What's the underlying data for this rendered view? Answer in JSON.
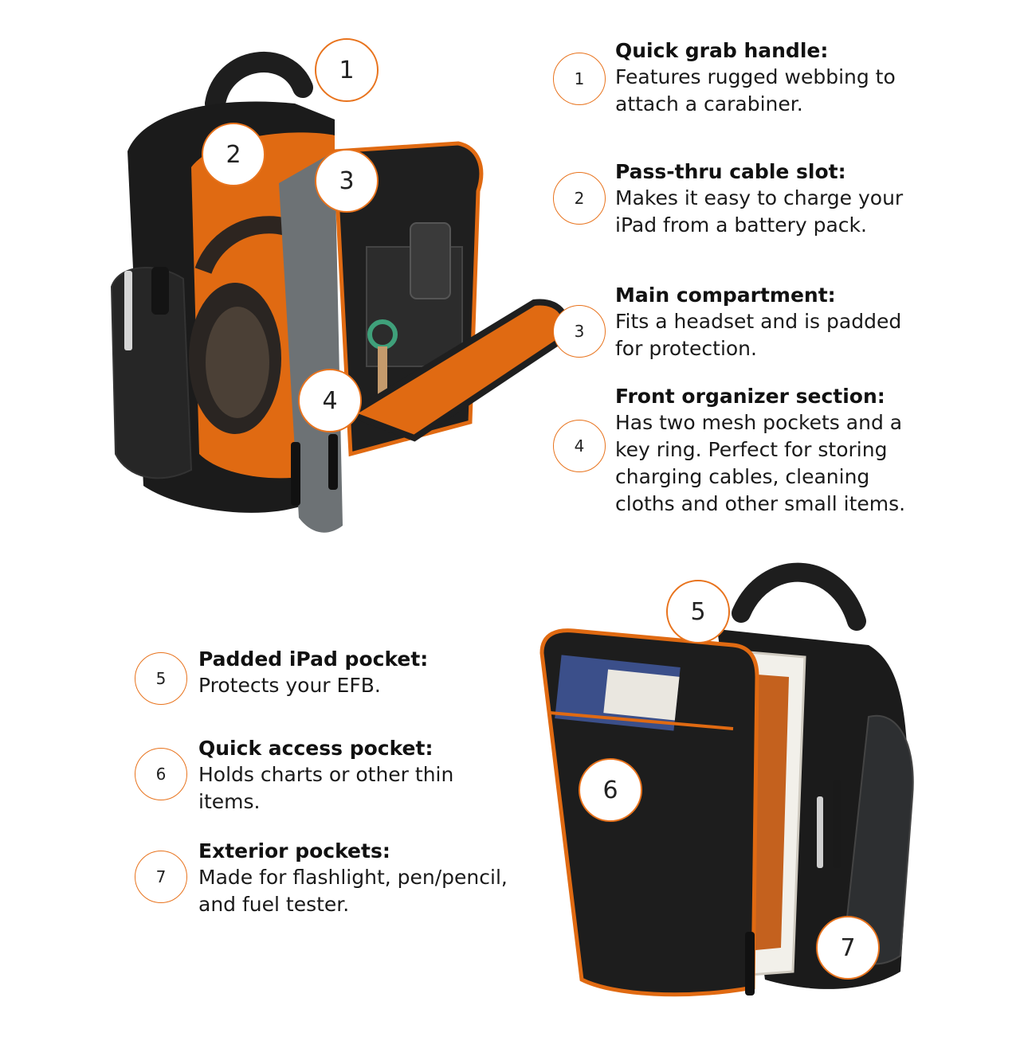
{
  "colors": {
    "accent": "#e8731d",
    "bag_black": "#1c1c1c",
    "lining_orange": "#e06a12",
    "panel_gray": "#6d7275"
  },
  "callouts_top": [
    "1",
    "2",
    "3",
    "4"
  ],
  "callouts_bottom": [
    "5",
    "6",
    "7"
  ],
  "features_top": [
    {
      "num": "1",
      "title": "Quick grab handle:",
      "desc": "Features rugged webbing to attach a carabiner."
    },
    {
      "num": "2",
      "title": "Pass-thru cable slot:",
      "desc": "Makes it easy to charge your iPad from a battery pack."
    },
    {
      "num": "3",
      "title": "Main compartment:",
      "desc": "Fits a headset and is padded for protection."
    },
    {
      "num": "4",
      "title": "Front organizer section:",
      "desc": "Has two mesh pockets and a key ring. Perfect for storing charging cables, cleaning cloths and other small items."
    }
  ],
  "features_bottom": [
    {
      "num": "5",
      "title": "Padded iPad pocket:",
      "desc": "Protects your EFB."
    },
    {
      "num": "6",
      "title": "Quick access pocket:",
      "desc": "Holds charts or other thin items."
    },
    {
      "num": "7",
      "title": "Exterior pockets:",
      "desc": "Made for flashlight, pen/pencil, and fuel tester."
    }
  ]
}
